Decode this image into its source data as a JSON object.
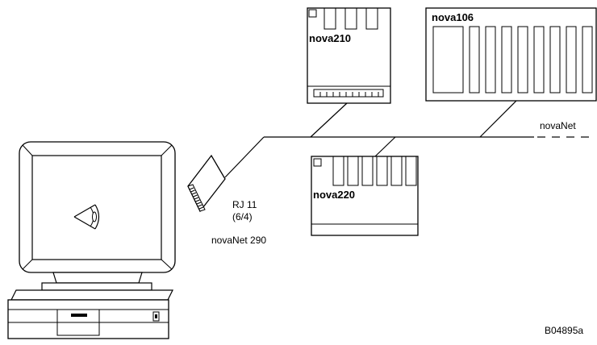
{
  "devices": {
    "nova210": {
      "label": "nova210"
    },
    "nova106": {
      "label": "nova106"
    },
    "nova220": {
      "label": "nova220"
    }
  },
  "network": {
    "label": "novaNet"
  },
  "adapter": {
    "connector_line1": "RJ 11",
    "connector_line2": "(6/4)",
    "name": "novaNet 290"
  },
  "figure_id": "B04895a"
}
